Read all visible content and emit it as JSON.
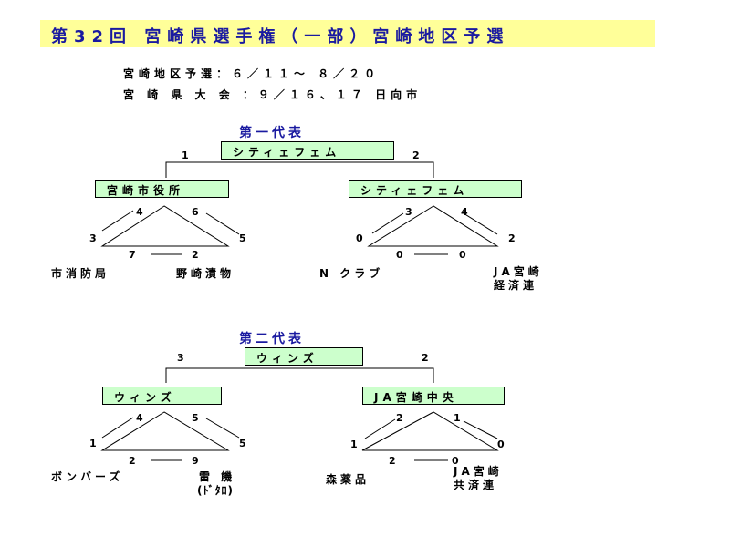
{
  "title": "第32回 宮崎県選手権（一部）宮崎地区予選",
  "schedule": {
    "line1": "宮崎地区予選：６／１１～ ８／２０",
    "line2": "宮 崎 県 大 会 ：９／１６、１７ 日向市"
  },
  "section1": {
    "title": "第一代表",
    "winner": "シティェフェム",
    "final_left_score": "1",
    "final_right_score": "2",
    "left_block": {
      "winner": "宮崎市役所",
      "score_top_left": "4",
      "score_top_right": "6",
      "score_left": "3",
      "score_right": "5",
      "score_bottom_left": "7",
      "score_bottom_right": "2",
      "team_left": "市消防局",
      "team_right": "野崎漬物"
    },
    "right_block": {
      "winner": "シティェフェム",
      "score_top_left": "3",
      "score_top_right": "4",
      "score_left": "0",
      "score_right": "2",
      "score_bottom_left": "0",
      "score_bottom_right": "0",
      "team_left": "N クラブ",
      "team_right_line1": "JA宮崎",
      "team_right_line2": "経済連"
    }
  },
  "section2": {
    "title": "第二代表",
    "winner": "ウィンズ",
    "final_left_score": "3",
    "final_right_score": "2",
    "left_block": {
      "winner": "ウィンズ",
      "score_top_left": "4",
      "score_top_right": "5",
      "score_left": "1",
      "score_right": "5",
      "score_bottom_left": "2",
      "score_bottom_right": "9",
      "team_left": "ボンバーズ",
      "team_right_line1": "雷 饑",
      "team_right_line2": "(ﾄﾞﾀﾛ)"
    },
    "right_block": {
      "winner": "JA宮崎中央",
      "score_top_left": "2",
      "score_top_right": "1",
      "score_left": "1",
      "score_right": "0",
      "score_bottom_left": "2",
      "score_bottom_right": "0",
      "team_left": "森薬品",
      "team_right_line1": "JA宮崎",
      "team_right_line2": "共済連"
    }
  }
}
